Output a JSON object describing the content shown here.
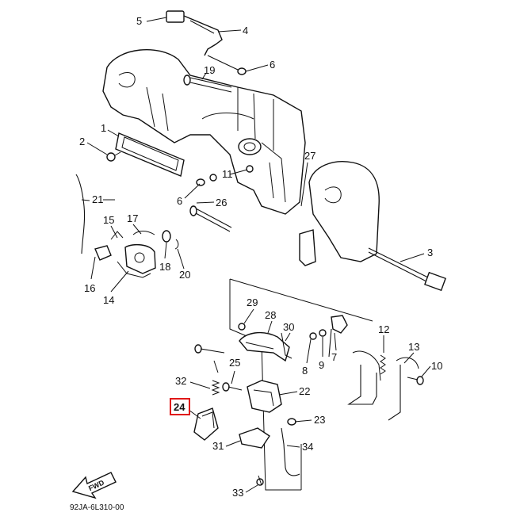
{
  "diagram": {
    "labels": {
      "n1": "1",
      "n2": "2",
      "n3": "3",
      "n4": "4",
      "n5": "5",
      "n6a": "6",
      "n6b": "6",
      "n7": "7",
      "n8": "8",
      "n9": "9",
      "n10": "10",
      "n11": "11",
      "n12": "12",
      "n13": "13",
      "n14": "14",
      "n15": "15",
      "n16": "16",
      "n17": "17",
      "n18": "18",
      "n19": "19",
      "n20": "20",
      "n21": "21",
      "n22": "22",
      "n23": "23",
      "n24": "24",
      "n25": "25",
      "n26": "26",
      "n27": "27",
      "n28": "28",
      "n29": "29",
      "n30": "30",
      "n31": "31",
      "n32": "32",
      "n33": "33",
      "n34": "34"
    },
    "highlighted_label": "24",
    "highlight_color": "#e01818",
    "fwd_label": "FWD",
    "drawing_code": "92JA-6L310-00"
  }
}
